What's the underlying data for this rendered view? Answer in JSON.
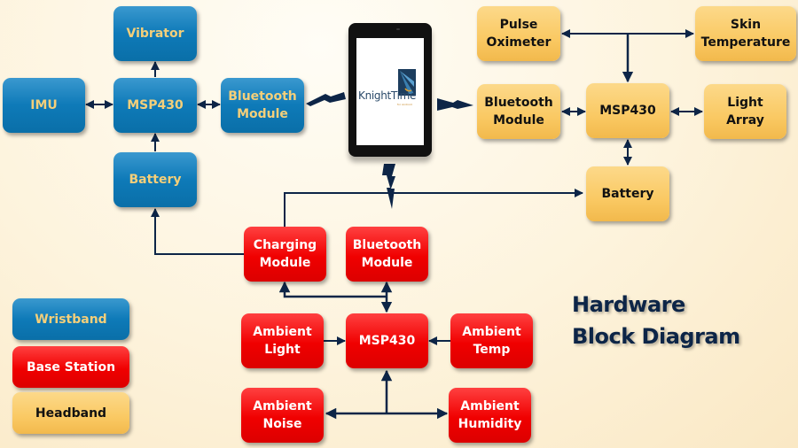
{
  "title": {
    "line1": "Hardware",
    "line2": "Block Diagram"
  },
  "tablet": {
    "app_name": "KnightTime",
    "app_subtitle": "for Android"
  },
  "wristband": {
    "vibrator": "Vibrator",
    "imu": "IMU",
    "msp430": "MSP430",
    "bluetooth": "Bluetooth\nModule",
    "battery": "Battery"
  },
  "headband": {
    "pulse_oximeter": "Pulse\nOximeter",
    "skin_temperature": "Skin\nTemperature",
    "bluetooth": "Bluetooth\nModule",
    "msp430": "MSP430",
    "light_array": "Light\nArray",
    "battery": "Battery"
  },
  "base_station": {
    "charging": "Charging\nModule",
    "bluetooth": "Bluetooth\nModule",
    "ambient_light": "Ambient\nLight",
    "msp430": "MSP430",
    "ambient_temp": "Ambient\nTemp",
    "ambient_noise": "Ambient\nNoise",
    "ambient_humidity": "Ambient\nHumidity"
  },
  "legend": {
    "wristband": "Wristband",
    "base_station": "Base Station",
    "headband": "Headband"
  },
  "colors": {
    "wristband": "#0e7ab8",
    "base_station": "#f00000",
    "headband": "#fac963",
    "wire": "#0d2547"
  }
}
